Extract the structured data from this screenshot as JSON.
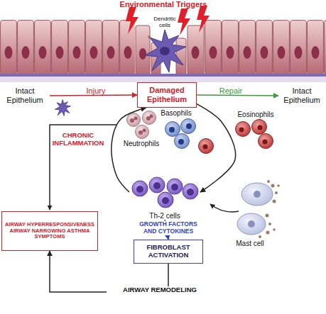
{
  "diagram": {
    "nodes": [
      {
        "text": [
          "Intact Epithelium"
        ]
      },
      {
        "text": [
          "Damaged Epithelium"
        ]
      },
      {
        "text": [
          "Intact Epithelium"
        ]
      },
      {
        "text": [
          "Th-2 cells"
        ]
      },
      {
        "text": [
          "FIBROBLAST ACTIVATION"
        ]
      },
      {
        "text": [
          "AIRWAY HYPERRESPONSIVENESS AIRWAY NARROWING ASTHMA SYMPTOMS"
        ]
      }
    ],
    "edges": [
      {
        "from": 0,
        "to": 1,
        "arrow": "to",
        "label": "Injury"
      },
      {
        "from": 1,
        "to": 2,
        "arrow": "to",
        "label": "Repair"
      },
      {
        "from": 1,
        "to": 3,
        "arrow": "to"
      },
      {
        "from": 3,
        "to": 1,
        "arrow": "to",
        "label": "CHRONIC INFLAMMATION"
      },
      {
        "from": 3,
        "to": 4,
        "arrow": "to",
        "label": "GROWTH FACTORS AND CYTOKINES"
      },
      {
        "from": 4,
        "to": 5,
        "arrow": "to",
        "label": "AIRWAY REMODELING"
      }
    ],
    "labels": [
      "Environmental Triggers",
      "Dendritic cells",
      "Neutrophils",
      "Basophils",
      "Eosinophils",
      "Mast cell"
    ]
  }
}
